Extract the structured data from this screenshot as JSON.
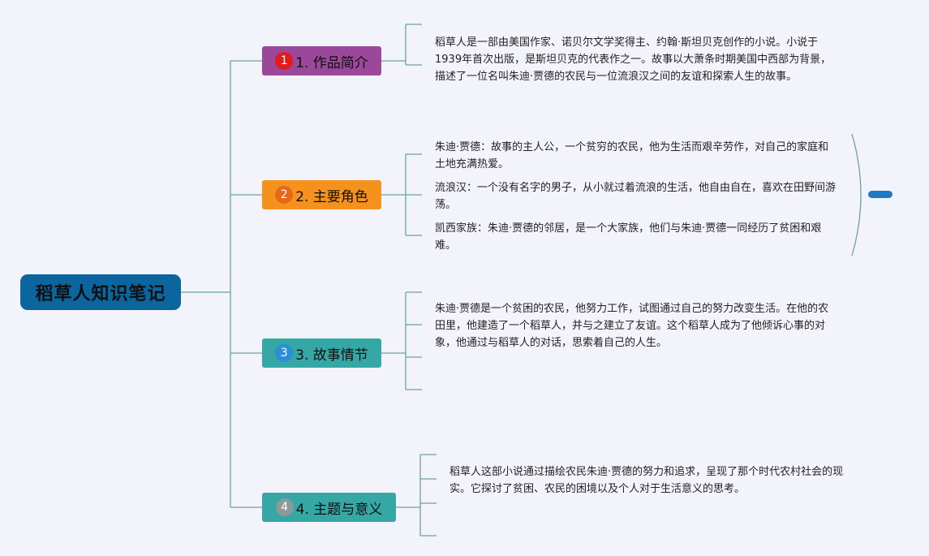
{
  "root": {
    "title": "稻草人知识笔记"
  },
  "topics": [
    {
      "number": "1",
      "label": "1. 作品简介",
      "color": "#9b479a",
      "badge_color": "#e21b1b",
      "notes": [
        "稻草人是一部由美国作家、诺贝尔文学奖得主、约翰·斯坦贝克创作的小说。小说于1939年首次出版，是斯坦贝克的代表作之一。故事以大萧条时期美国中西部为背景，描述了一位名叫朱迪·贾德的农民与一位流浪汉之间的友谊和探索人生的故事。"
      ]
    },
    {
      "number": "2",
      "label": "2. 主要角色",
      "color": "#f5921e",
      "badge_color": "#e8661a",
      "notes": [
        "朱迪·贾德：故事的主人公，一个贫穷的农民，他为生活而艰辛劳作，对自己的家庭和土地充满热爱。",
        "流浪汉：一个没有名字的男子，从小就过着流浪的生活，他自由自在，喜欢在田野间游荡。",
        "凯西家族：朱迪·贾德的邻居，是一个大家族，他们与朱迪·贾德一同经历了贫困和艰难。"
      ]
    },
    {
      "number": "3",
      "label": "3. 故事情节",
      "color": "#35a7a4",
      "badge_color": "#2b8fd6",
      "notes": [
        "朱迪·贾德是一个贫困的农民，他努力工作，试图通过自己的努力改变生活。在他的农田里，他建造了一个稻草人，并与之建立了友谊。这个稻草人成为了他倾诉心事的对象，他通过与稻草人的对话，思索着自己的人生。"
      ]
    },
    {
      "number": "4",
      "label": "4. 主题与意义",
      "color": "#35a7a4",
      "badge_color": "#8c9a9a",
      "notes": [
        "稻草人这部小说通过描绘农民朱迪·贾德的努力和追求，呈现了那个时代农村社会的现实。它探讨了贫困、农民的困境以及个人对于生活意义的思考。"
      ]
    }
  ],
  "colors": {
    "background": "#f3f3fb",
    "root": "#0b66a0",
    "connector": "#6aa3a0",
    "handle": "#1b7ac2"
  }
}
